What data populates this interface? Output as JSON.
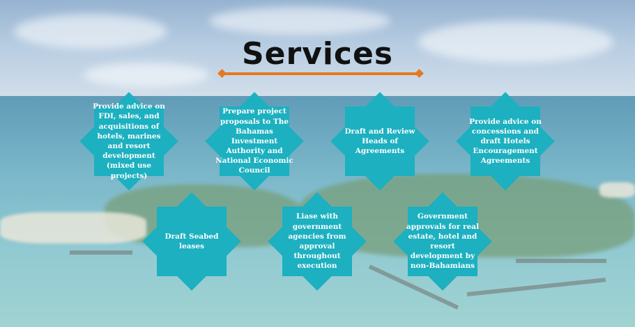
{
  "title": "Services",
  "colors": {
    "accent": "#e87722",
    "tile": "#1cb0c0"
  },
  "services": [
    {
      "label": "Provide advice on FDI, sales, and acquisitions of hotels, marines and resort development (mixed use projects)"
    },
    {
      "label": "Prepare project proposals to The Bahamas Investment Authority and National Economic Council"
    },
    {
      "label": "Draft and Review Heads of Agreements"
    },
    {
      "label": "Provide advice on concessions and draft Hotels Encouragement Agreements"
    },
    {
      "label": "Draft Seabed leases"
    },
    {
      "label": "Liase with government agencies from approval throughout execution"
    },
    {
      "label": "Government approvals for real estate, hotel and resort development by non-Bahamians"
    }
  ]
}
